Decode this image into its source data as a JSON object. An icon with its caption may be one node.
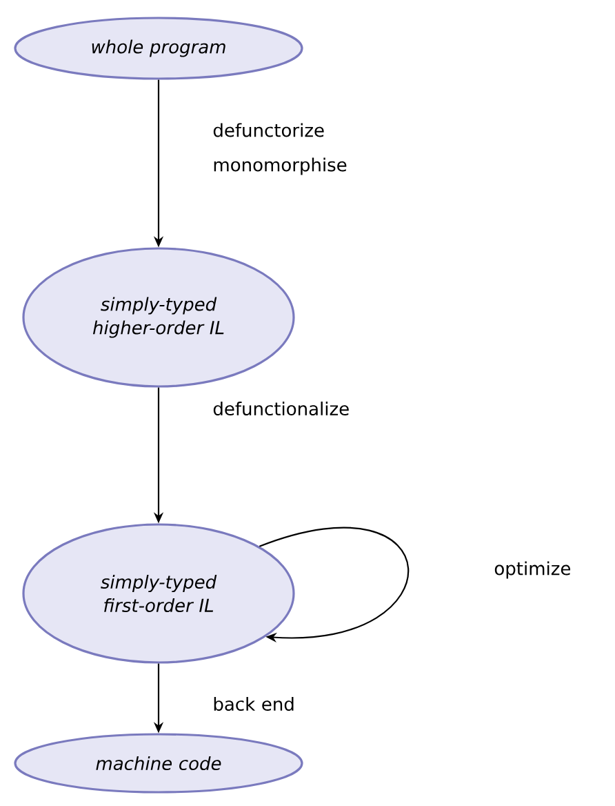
{
  "diagram": {
    "nodes": [
      {
        "text": [
          "whole program"
        ]
      },
      {
        "text": [
          "simply-typed higher-order IL"
        ]
      },
      {
        "text": [
          "simply-typed first-order IL"
        ]
      },
      {
        "text": [
          "machine code"
        ]
      }
    ],
    "edges": [
      {
        "from": 0,
        "to": 1,
        "arrow": "to",
        "label": "defunctorize monomorphise"
      },
      {
        "from": 1,
        "to": 2,
        "arrow": "to",
        "label": "defunctionalize"
      },
      {
        "from": 2,
        "to": 2,
        "arrow": "to",
        "label": "optimize"
      },
      {
        "from": 2,
        "to": 3,
        "arrow": "to",
        "label": "back end"
      }
    ]
  }
}
